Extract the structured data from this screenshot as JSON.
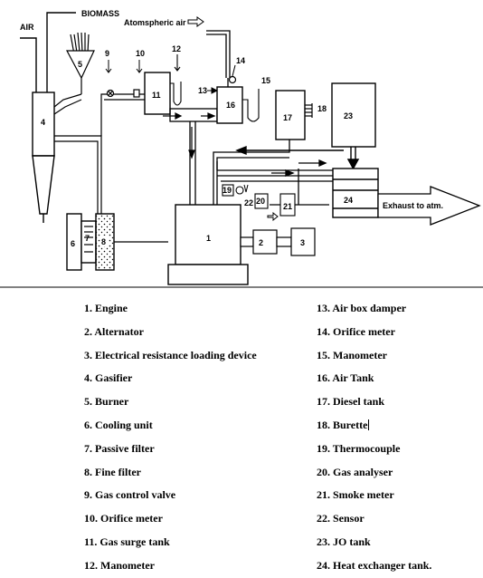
{
  "diagram": {
    "top_labels": {
      "air": "AIR",
      "biomass": "BIOMASS",
      "atmospheric_air": "Atomspheric air",
      "exhaust": "Exhaust to atm."
    },
    "component_numbers": [
      "1",
      "2",
      "3",
      "4",
      "5",
      "6",
      "7",
      "8",
      "9",
      "10",
      "11",
      "12",
      "13",
      "14",
      "15",
      "16",
      "17",
      "18",
      "19",
      "20",
      "21",
      "22",
      "23",
      "24"
    ]
  },
  "legend": {
    "left": [
      "1. Engine",
      "2. Alternator",
      "3. Electrical resistance loading device",
      "4. Gasifier",
      "5. Burner",
      "6. Cooling unit",
      "7. Passive filter",
      "8. Fine filter",
      "9. Gas control valve",
      "10. Orifice meter",
      "11. Gas surge tank",
      "12. Manometer"
    ],
    "right": [
      "13. Air box damper",
      "14. Orifice meter",
      "15. Manometer",
      "16. Air Tank",
      "17. Diesel tank",
      "18. Burette",
      "19. Thermocouple",
      "20. Gas analyser",
      "21. Smoke meter",
      "22. Sensor",
      "23. JO tank",
      "24. Heat exchanger tank."
    ]
  }
}
